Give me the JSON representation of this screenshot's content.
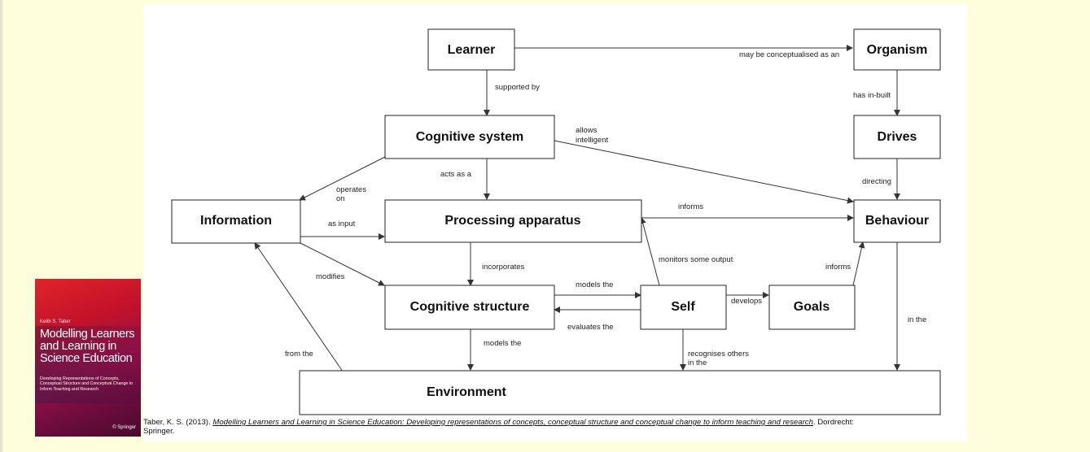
{
  "nodes": {
    "learner": "Learner",
    "organism": "Organism",
    "cognitive_system": "Cognitive system",
    "drives": "Drives",
    "information": "Information",
    "processing_apparatus": "Processing apparatus",
    "behaviour": "Behaviour",
    "cognitive_structure": "Cognitive structure",
    "self": "Self",
    "goals": "Goals",
    "environment": "Environment"
  },
  "edge_labels": {
    "may_be_conceptualised": "may be conceptualised as an",
    "supported_by": "supported by",
    "has_in_built": "has in-built",
    "allows": "allows",
    "intelligent": "intelligent",
    "operates": "operates",
    "on": "on",
    "acts_as_a": "acts as a",
    "directing": "directing",
    "informs_top": "informs",
    "as_input": "as input",
    "monitors_some_output": "monitors some output",
    "incorporates": "incorporates",
    "modifies": "modifies",
    "informs_goals": "informs",
    "models_the_self": "models the",
    "develops": "develops",
    "evaluates_the": "evaluates the",
    "in_the_right": "in the",
    "from_the": "from the",
    "models_the_env": "models the",
    "recognises_others": "recognises others",
    "in_the_self": "in the"
  },
  "cover": {
    "author": "Keith S. Taber",
    "title": "Modelling Learners and Learning in Science Education",
    "subtitle": "Developing Representations of Concepts, Conceptual Structure and Conceptual Change to Inform Teaching and Research",
    "publisher": "© Springer"
  },
  "citation": {
    "prefix": "Taber, K. S. (2013). ",
    "title": "Modelling Learners and Learning in Science Education: Developing representations of concepts, conceptual structure and conceptual change to inform teaching and research",
    "suffix": ". Dordrecht: Springer."
  }
}
